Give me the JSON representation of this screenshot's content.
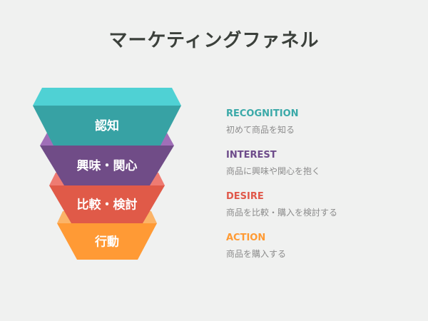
{
  "title": "マーケティングファネル",
  "stages": [
    {
      "label": "認知",
      "name": "RECOGNITION",
      "description": "初めて商品を知る",
      "color": "#3aa9a8",
      "front": "#37a2a4",
      "top": "#4fd1d4"
    },
    {
      "label": "興味・関心",
      "name": "INTEREST",
      "description": "商品に興味や関心を抱く",
      "color": "#6d4b8a",
      "front": "#704c87",
      "top": "#a06fb8"
    },
    {
      "label": "比較・検討",
      "name": "DESIRE",
      "description": "商品を比較・購入を検討する",
      "color": "#e0584a",
      "front": "#e05a48",
      "top": "#ee7b72"
    },
    {
      "label": "行動",
      "name": "ACTION",
      "description": "商品を購入する",
      "color": "#ff9a33",
      "front": "#ff9a35",
      "top": "#fbb468"
    }
  ]
}
